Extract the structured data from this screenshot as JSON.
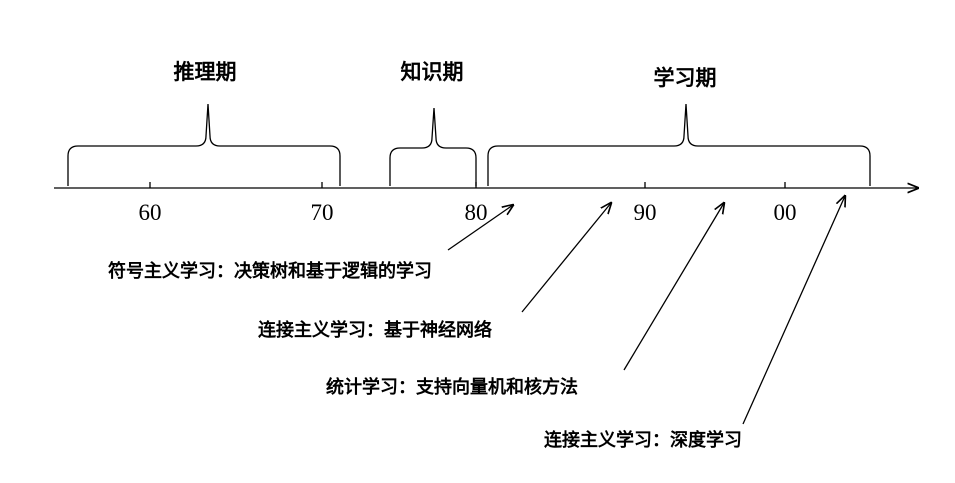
{
  "periods": [
    {
      "label": "推理期"
    },
    {
      "label": "知识期"
    },
    {
      "label": "学习期"
    }
  ],
  "ticks": [
    "60",
    "70",
    "80",
    "90",
    "00"
  ],
  "annotations": [
    {
      "label": "符号主义学习：决策树和基于逻辑的学习"
    },
    {
      "label": "连接主义学习：基于神经网络"
    },
    {
      "label": "统计学习：支持向量机和核方法"
    },
    {
      "label": "连接主义学习：深度学习"
    }
  ]
}
